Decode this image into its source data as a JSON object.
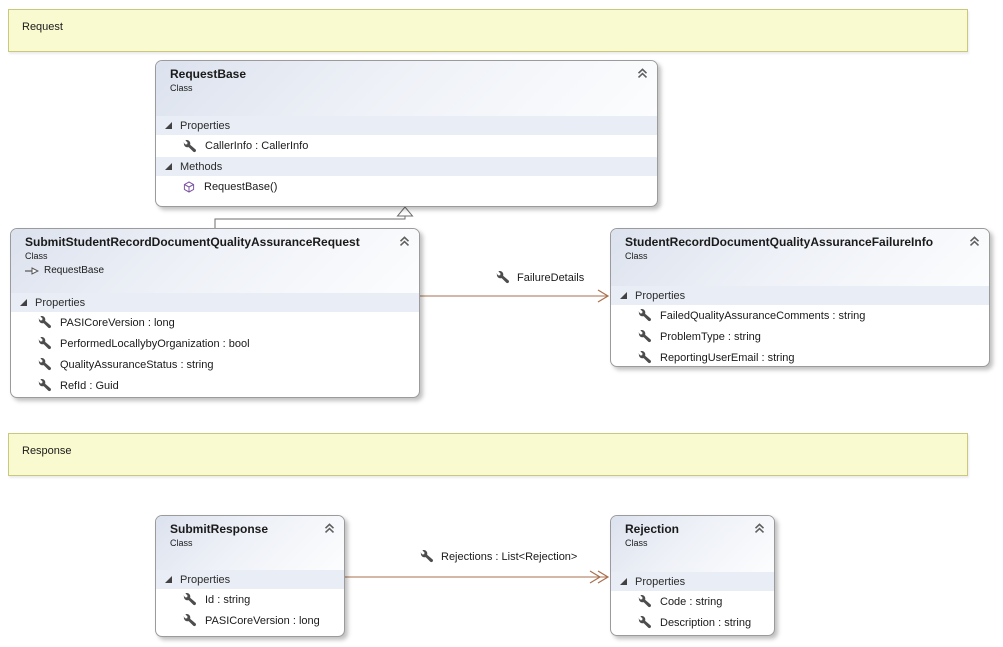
{
  "colors": {
    "comment-bg": "#fafad0",
    "comment-border": "#c8c87e",
    "assoc": "#aa6f4d",
    "section-bg": "#e9edf6",
    "box-border": "#9b9b9b",
    "header-start": "#dce2ee",
    "header-end": "#fcfdfe",
    "method-icon": "#7e57a5",
    "icon-gray": "#4d4d4d"
  },
  "comments": [
    {
      "label": "Request"
    },
    {
      "label": "Response"
    }
  ],
  "classes": [
    {
      "title": "RequestBase",
      "stereotype": "Class",
      "sections": [
        {
          "label": "Properties",
          "members": [
            {
              "icon": "wrench-icon",
              "text": "CallerInfo : CallerInfo"
            }
          ]
        },
        {
          "label": "Methods",
          "members": [
            {
              "icon": "method-icon",
              "text": "RequestBase()"
            }
          ]
        }
      ]
    },
    {
      "title": "SubmitStudentRecordDocumentQualityAssuranceRequest",
      "stereotype": "Class",
      "base": "RequestBase",
      "sections": [
        {
          "label": "Properties",
          "members": [
            {
              "icon": "wrench-icon",
              "text": "PASICoreVersion : long"
            },
            {
              "icon": "wrench-icon",
              "text": "PerformedLocallybyOrganization : bool"
            },
            {
              "icon": "wrench-icon",
              "text": "QualityAssuranceStatus : string"
            },
            {
              "icon": "wrench-icon",
              "text": "RefId : Guid"
            }
          ]
        }
      ]
    },
    {
      "title": "StudentRecordDocumentQualityAssuranceFailureInfo",
      "stereotype": "Class",
      "sections": [
        {
          "label": "Properties",
          "members": [
            {
              "icon": "wrench-icon",
              "text": "FailedQualityAssuranceComments : string"
            },
            {
              "icon": "wrench-icon",
              "text": "ProblemType : string"
            },
            {
              "icon": "wrench-icon",
              "text": "ReportingUserEmail : string"
            }
          ]
        }
      ]
    },
    {
      "title": "SubmitResponse",
      "stereotype": "Class",
      "sections": [
        {
          "label": "Properties",
          "members": [
            {
              "icon": "wrench-icon",
              "text": "Id : string"
            },
            {
              "icon": "wrench-icon",
              "text": "PASICoreVersion : long"
            }
          ]
        }
      ]
    },
    {
      "title": "Rejection",
      "stereotype": "Class",
      "sections": [
        {
          "label": "Properties",
          "members": [
            {
              "icon": "wrench-icon",
              "text": "Code : string"
            },
            {
              "icon": "wrench-icon",
              "text": "Description : string"
            }
          ]
        }
      ]
    }
  ],
  "associations": [
    {
      "label": "FailureDetails"
    },
    {
      "label": "Rejections : List<Rejection>"
    }
  ]
}
